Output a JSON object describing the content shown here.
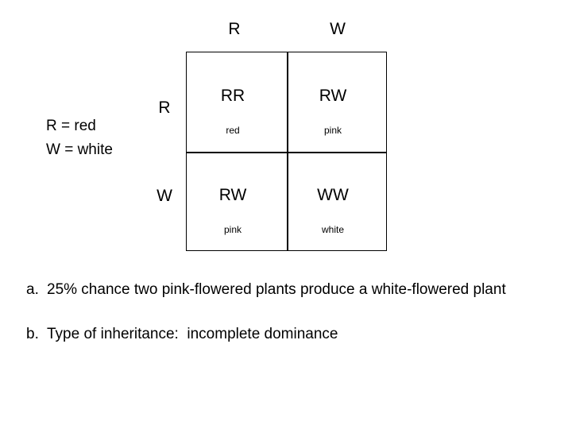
{
  "legend": {
    "lines": [
      "R = red",
      "W = white"
    ]
  },
  "punnett": {
    "column_headers": [
      "R",
      "W"
    ],
    "row_headers": [
      "R",
      "W"
    ],
    "cells": [
      [
        {
          "genotype": "RR",
          "phenotype": "red"
        },
        {
          "genotype": "RW",
          "phenotype": "pink"
        }
      ],
      [
        {
          "genotype": "RW",
          "phenotype": "pink"
        },
        {
          "genotype": "WW",
          "phenotype": "white"
        }
      ]
    ]
  },
  "answers": [
    {
      "marker": "a.",
      "text": "25% chance two pink-flowered plants produce a white-flowered plant"
    },
    {
      "marker": "b.",
      "text": "Type of inheritance:  incomplete dominance"
    }
  ],
  "colors": {
    "ink": "#000000",
    "background": "#ffffff"
  }
}
